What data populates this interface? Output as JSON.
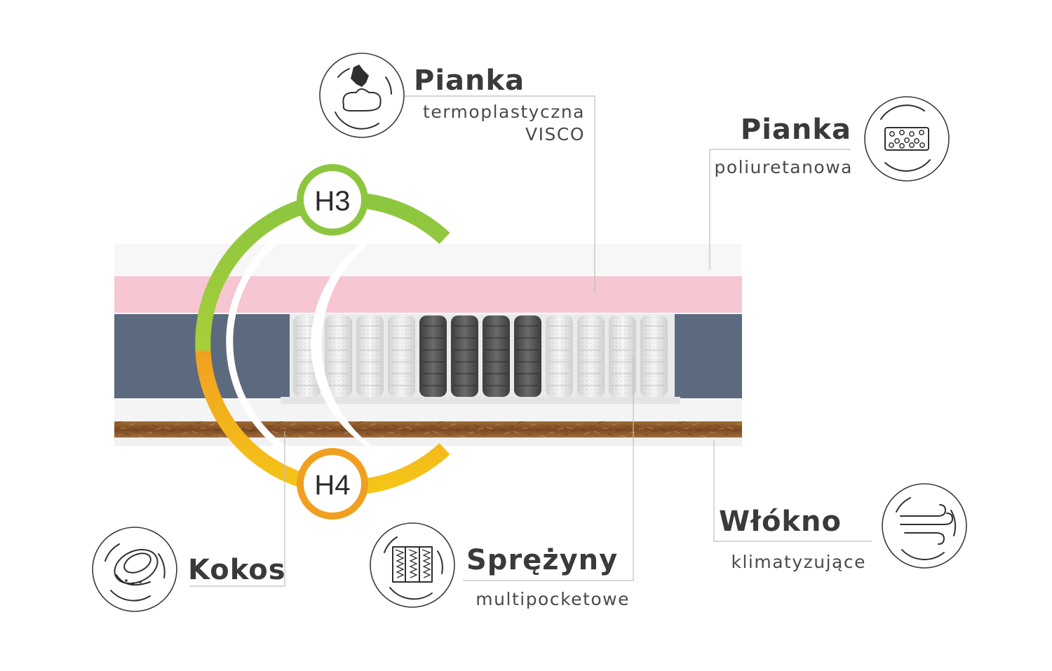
{
  "layers": [
    {
      "title": "Pianka",
      "subtitle": "termoplastyczna",
      "subtitle2": "VISCO",
      "icon": "hand-pressing-foam-icon"
    },
    {
      "title": "Pianka",
      "subtitle": "poliuretanowa",
      "icon": "porous-foam-icon"
    },
    {
      "title": "Kokos",
      "subtitle": "",
      "icon": "coconut-icon"
    },
    {
      "title": "Sprężyny",
      "subtitle": "multipocketowe",
      "icon": "pocket-springs-icon"
    },
    {
      "title": "Włókno",
      "subtitle": "klimatyzujące",
      "icon": "air-flow-icon"
    }
  ],
  "firmness": {
    "top": "H3",
    "bottom": "H4",
    "colors": {
      "top": "#8cc63f",
      "bottom": "#f0a020",
      "mid": "#f5c518"
    }
  },
  "colors": {
    "visco_layer": "#f6c6d2",
    "side_foam": "#5c6a80",
    "coir": "#8b5a2b",
    "spring_white": "#e8e8e8",
    "spring_dark": "#555555"
  }
}
